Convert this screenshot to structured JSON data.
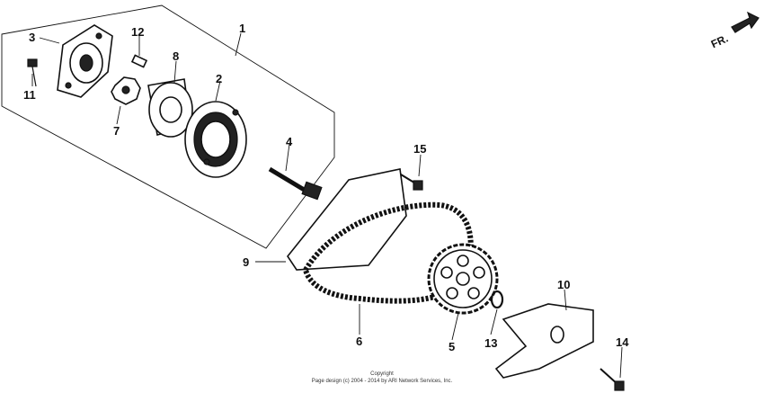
{
  "callouts": {
    "c1": "1",
    "c2": "2",
    "c3": "3",
    "c4": "4",
    "c5": "5",
    "c6": "6",
    "c7": "7",
    "c8": "8",
    "c9": "9",
    "c10": "10",
    "c11": "11",
    "c12": "12",
    "c13": "13",
    "c14": "14",
    "c15": "15"
  },
  "direction": {
    "label": "FR."
  },
  "copyright": {
    "line1": "Copyright",
    "line2": "Page design (c) 2004 - 2014 by ARI Network Services, Inc."
  }
}
